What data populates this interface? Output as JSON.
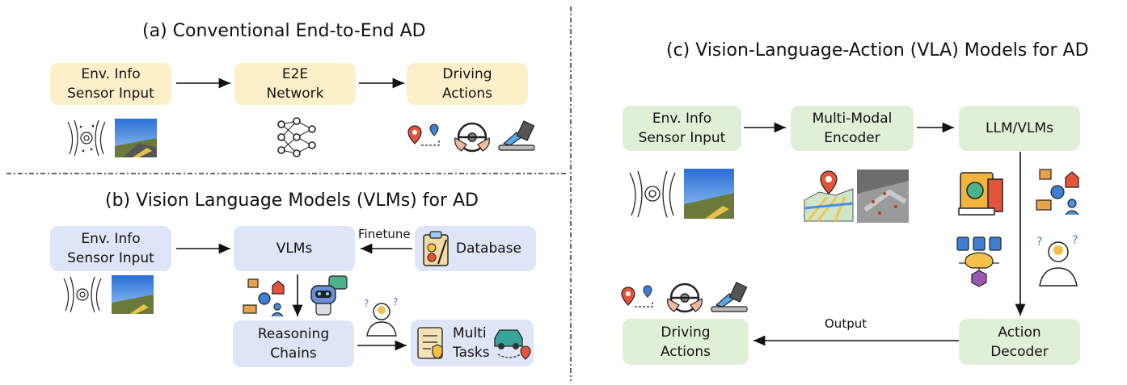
{
  "panel_a": {
    "title": "(a) Conventional End-to-End AD",
    "input_box": [
      "Env. Info",
      "Sensor Input"
    ],
    "network_box": [
      "E2E",
      "Network"
    ],
    "output_box": [
      "Driving",
      "Actions"
    ]
  },
  "panel_b": {
    "title": "(b) Vision Language Models (VLMs) for AD",
    "input_box": [
      "Env. Info",
      "Sensor Input"
    ],
    "vlms_box": "VLMs",
    "database_box": "Database",
    "finetune_label": "Finetune",
    "reasoning_box": [
      "Reasoning",
      "Chains"
    ],
    "tasks_box": [
      "Multi",
      "Tasks"
    ]
  },
  "panel_c": {
    "title": "(c) Vision-Language-Action (VLA) Models for AD",
    "input_box": [
      "Env. Info",
      "Sensor Input"
    ],
    "encoder_box": [
      "Multi-Modal",
      "Encoder"
    ],
    "llm_box": "LLM/VLMs",
    "decoder_box": [
      "Action",
      "Decoder"
    ],
    "output_box": [
      "Driving",
      "Actions"
    ],
    "output_label": "Output"
  },
  "colors": {
    "panel_a_box": "#fdf0c9",
    "panel_b_box": "#dde5f6",
    "panel_c_box": "#e0f0d8",
    "arrow": "#111111"
  }
}
